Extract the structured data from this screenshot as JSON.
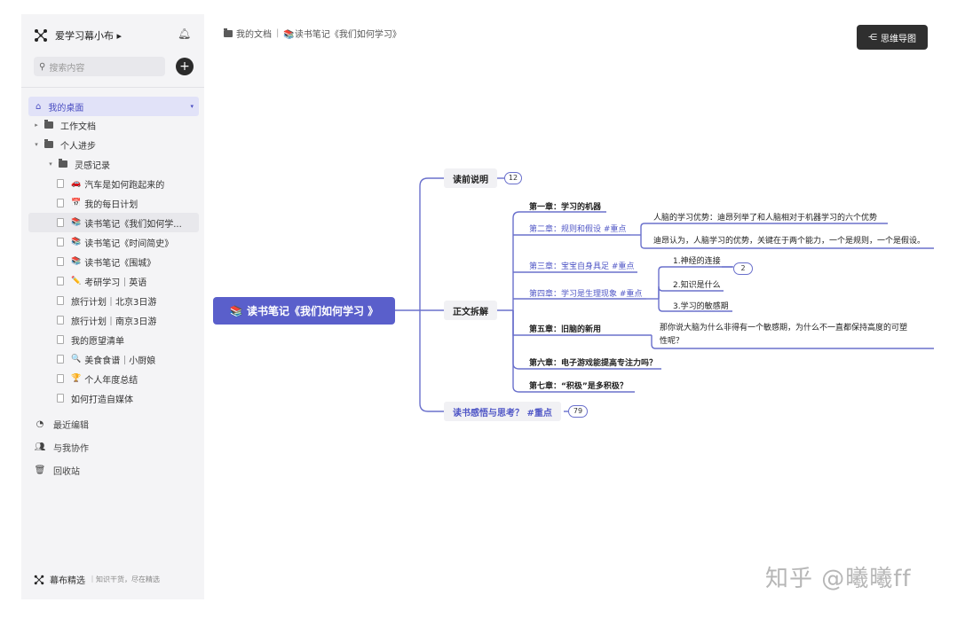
{
  "sidebar": {
    "workspace": "爱学习幕小布 ▸",
    "search_placeholder": "搜索内容",
    "tree": [
      {
        "label": "我的桌面",
        "kind": "home"
      },
      {
        "label": "工作文档",
        "kind": "folder",
        "caret": "▸"
      },
      {
        "label": "个人进步",
        "kind": "folder",
        "caret": "▾"
      },
      {
        "label": "灵感记录",
        "kind": "folder",
        "caret": "▾"
      },
      {
        "label": "汽车是如何跑起来的",
        "emoji": "🚗"
      },
      {
        "label": "我的每日计划",
        "emoji": "📅"
      },
      {
        "label": "读书笔记《我们如何学...",
        "emoji": "📚"
      },
      {
        "label": "读书笔记《时间简史》",
        "emoji": "📚"
      },
      {
        "label": "读书笔记《围城》",
        "emoji": "📚"
      },
      {
        "label": "考研学习｜英语",
        "emoji": "✏️"
      },
      {
        "label": "旅行计划｜北京3日游"
      },
      {
        "label": "旅行计划｜南京3日游"
      },
      {
        "label": "我的愿望清单"
      },
      {
        "label": "美食食谱｜小厨娘",
        "emoji": "🔍"
      },
      {
        "label": "个人年度总结",
        "emoji": "🏆"
      },
      {
        "label": "如何打造自媒体"
      }
    ],
    "misc": [
      {
        "label": "最近编辑",
        "icon": "clock-icon"
      },
      {
        "label": "与我协作",
        "icon": "users-icon"
      },
      {
        "label": "回收站",
        "icon": "trash-icon"
      }
    ],
    "footer": {
      "brand": "幕布精选",
      "tagline": "知识干货，尽在精选"
    }
  },
  "breadcrumb": {
    "root": "我的文档",
    "sep": "|",
    "current": "📚读书笔记《我们如何学习》"
  },
  "mindmap_button": "思维导图",
  "mindmap": {
    "root": "📚 读书笔记《我们如何学习 》",
    "branches": {
      "pre": {
        "label": "读前说明",
        "badge": "12"
      },
      "main": {
        "label": "正文拆解"
      },
      "post": {
        "label": "读书感悟与思考？ #重点",
        "badge": "79"
      }
    },
    "chapters": [
      {
        "label": "第一章：学习的机器"
      },
      {
        "label": "第二章：规则和假设 #重点"
      },
      {
        "label": "第三章：宝宝自身具足 #重点"
      },
      {
        "label": "第四章：学习是生理现象 #重点"
      },
      {
        "label": "第五章：旧脑的新用"
      },
      {
        "label": "第六章：电子游戏能提高专注力吗？"
      },
      {
        "label": "第七章：“积极”是多积极？"
      }
    ],
    "ch2_notes": [
      "人脑的学习优势：迪昂列举了和人脑相对于机器学习的六个优势",
      "迪昂认为，人脑学习的优势，关键在于两个能力，一个是规则，一个是假设。"
    ],
    "ch4_notes": [
      "1.神经的连接",
      "2.知识是什么",
      "3.学习的敏感期"
    ],
    "ch4_badge": "2",
    "ch5_note_line1": "那你说大脑为什么非得有一个敏感期，为什么不一直都保持高度的可塑",
    "ch5_note_line2": "性呢？"
  },
  "watermark": "知乎 @曦曦ff"
}
